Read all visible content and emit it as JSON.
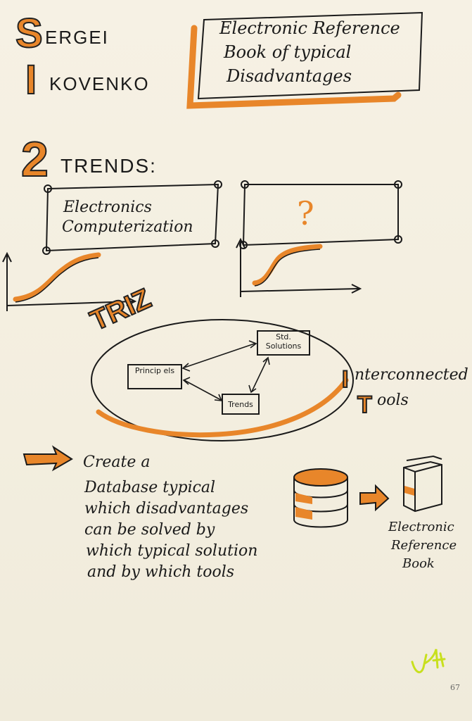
{
  "header": {
    "first_initial": "S",
    "first_name_rest": "ERGEI",
    "last_initial": "I",
    "last_name_rest": "KOVENKO"
  },
  "title_box": {
    "lines": [
      "Electronic Reference",
      "Book of typical",
      "Disadvantages"
    ]
  },
  "trends": {
    "number": "2",
    "label": "TRENDS:",
    "box1_lines": [
      "Electronics",
      "Computerization"
    ],
    "box2_symbol": "?"
  },
  "triz": {
    "label": "TRIZ",
    "principles": "Princip els",
    "std_solutions": "Std. Solutions",
    "trends": "Trends",
    "interconnected_initial": "I",
    "interconnected_rest": "nterconnected",
    "tools_initial": "T",
    "tools_rest": "ools"
  },
  "conclusion": {
    "lines": [
      "Create a",
      "Database typical",
      "which disadvantages",
      "can be solved by",
      "which typical solution",
      "and by which tools"
    ],
    "book_lines": [
      "Electronic",
      "Reference",
      "Book"
    ]
  },
  "page_number": "67",
  "colors": {
    "accent": "#e8862a",
    "ink": "#1a1a1a",
    "paper": "#f4efe1",
    "signature": "#c8e01e"
  }
}
